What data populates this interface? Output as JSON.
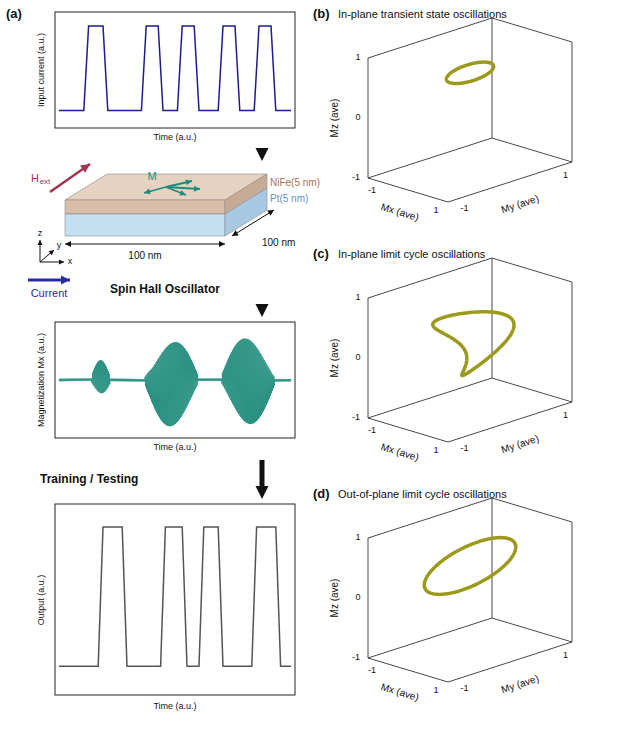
{
  "diagram": {
    "nodes": [
      {
        "text": [
          "Input current (a.u.)",
          "Time (a.u.)"
        ]
      },
      {
        "text": [
          "NiFe(5 nm)",
          "Pt(5 nm)",
          "Spin Hall Oscillator"
        ]
      },
      {
        "text": [
          "Magnetization Mx (a.u.)",
          "Time (a.u.)"
        ]
      },
      {
        "text": [
          "Output (a.u.)",
          "Time (a.u.)"
        ]
      }
    ],
    "edges": [
      {
        "from": 0,
        "to": 1,
        "arrow": "to"
      },
      {
        "from": 1,
        "to": 2,
        "arrow": "to"
      },
      {
        "from": 2,
        "to": 3,
        "arrow": "to",
        "label": "Training / Testing"
      }
    ],
    "labels": [
      "(a)",
      "H",
      "ext",
      "M",
      "z",
      "y",
      "x",
      "Current",
      "100 nm",
      "100 nm",
      "(b)",
      "In-plane transient state oscillations",
      "Mz (ave)",
      "Mx (ave)",
      "My (ave)",
      "1",
      "0",
      "-1",
      "-1",
      "1",
      "-1",
      "1",
      "(c)",
      "In-plane limit cycle oscillations",
      "Mz (ave)",
      "Mx (ave)",
      "My (ave)",
      "1",
      "0",
      "-1",
      "-1",
      "1",
      "-1",
      "1",
      "(d)",
      "Out-of-plane limit cycle oscillations",
      "Mz (ave)",
      "Mx (ave)",
      "My (ave)",
      "1",
      "0",
      "-1",
      "-1",
      "1",
      "-1",
      "1"
    ]
  }
}
